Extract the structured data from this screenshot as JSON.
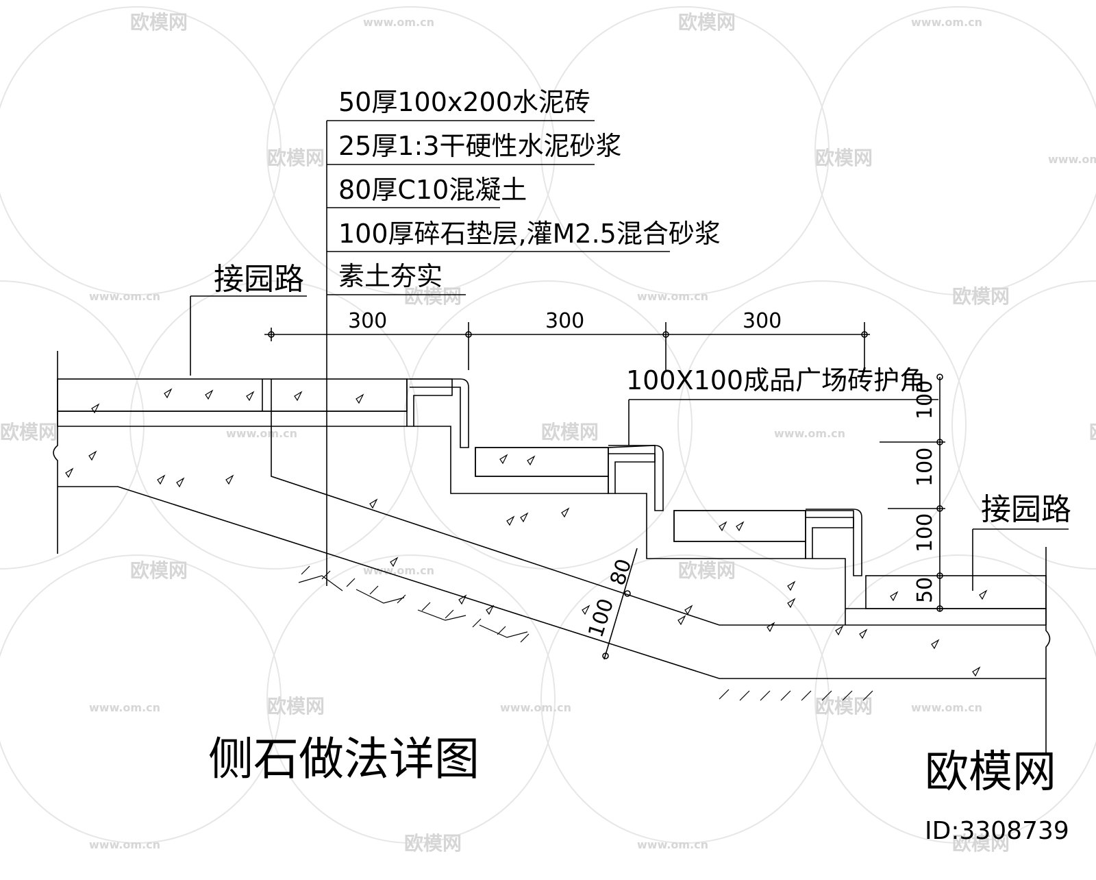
{
  "watermark": {
    "brand": "欧模网",
    "url": "www.om.cn",
    "url_short": "om.cn",
    "brand_clip": "欧模网"
  },
  "layers": [
    "50厚100x200水泥砖",
    "25厚1:3干硬性水泥砂浆",
    "80厚C10混凝土",
    "100厚碎石垫层,灌M2.5混合砂浆",
    "素土夯实"
  ],
  "labels": {
    "road_left": "接园路",
    "road_right": "接园路",
    "corner_guard": "100X100成品广场砖护角",
    "title": "侧石做法详图"
  },
  "dimensions": {
    "horizontal": [
      "300",
      "300",
      "300"
    ],
    "vertical": [
      "100",
      "100",
      "100",
      "50"
    ],
    "slope": [
      "80",
      "100"
    ]
  },
  "logo": {
    "name": "欧模网",
    "id": "ID:3308739"
  }
}
